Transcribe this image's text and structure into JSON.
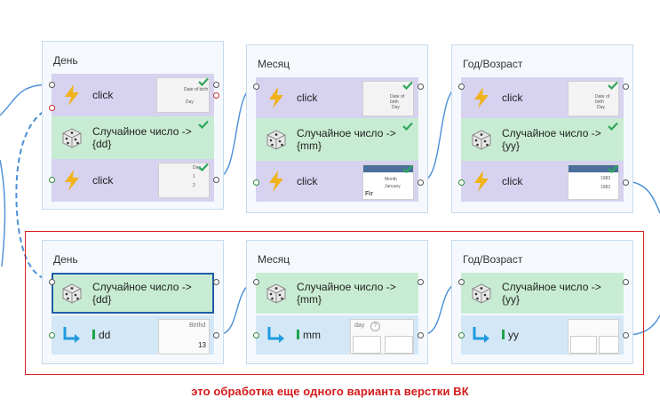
{
  "top_row": {
    "blocks": [
      {
        "title": "День",
        "rows": [
          {
            "kind": "event",
            "icon": "lightning-icon",
            "label": "click",
            "thumb_lines": [
              "Date of birth",
              "",
              "Day"
            ]
          },
          {
            "kind": "random",
            "icon": "dice-icon",
            "label": "Случайное число -> {dd}"
          },
          {
            "kind": "event",
            "icon": "lightning-icon",
            "label": "click",
            "thumb_lines": [
              "Day",
              "1",
              "2"
            ]
          }
        ]
      },
      {
        "title": "Месяц",
        "rows": [
          {
            "kind": "event",
            "icon": "lightning-icon",
            "label": "click",
            "thumb_lines": [
              "Date of birth",
              "",
              "Day"
            ]
          },
          {
            "kind": "random",
            "icon": "dice-icon",
            "label": "Случайное число -> {mm}"
          },
          {
            "kind": "event",
            "icon": "lightning-icon",
            "label": "click",
            "thumb_lines": [
              "Month",
              "January",
              "Fir"
            ]
          }
        ]
      },
      {
        "title": "Год/Возраст",
        "rows": [
          {
            "kind": "event",
            "icon": "lightning-icon",
            "label": "click",
            "thumb_lines": [
              "Date of birth",
              "",
              "Day"
            ]
          },
          {
            "kind": "random",
            "icon": "dice-icon",
            "label": "Случайное число -> {yy}"
          },
          {
            "kind": "event",
            "icon": "lightning-icon",
            "label": "click",
            "thumb_lines": [
              "1983",
              "1982",
              ""
            ]
          }
        ]
      }
    ]
  },
  "bottom_row": {
    "blocks": [
      {
        "title": "День",
        "rows": [
          {
            "kind": "random",
            "icon": "dice-icon",
            "label": "Случайное число -> {dd}"
          },
          {
            "kind": "output",
            "icon": "return-arrow-icon",
            "label": "dd",
            "thumb_lines": [
              "Birthd",
              "",
              "13"
            ]
          }
        ]
      },
      {
        "title": "Месяц",
        "rows": [
          {
            "kind": "random",
            "icon": "dice-icon",
            "label": "Случайное число -> {mm}"
          },
          {
            "kind": "output",
            "icon": "return-arrow-icon",
            "label": "mm",
            "thumb_lines": [
              "day",
              "",
              ""
            ]
          }
        ]
      },
      {
        "title": "Год/Возраст",
        "rows": [
          {
            "kind": "random",
            "icon": "dice-icon",
            "label": "Случайное число -> {yy}"
          },
          {
            "kind": "output",
            "icon": "return-arrow-icon",
            "label": "yy",
            "thumb_lines": [
              "",
              "",
              ""
            ]
          }
        ]
      }
    ]
  },
  "note": "это обработка еще одного варианта верстки ВК",
  "colors": {
    "event_row": "#d6d2ef",
    "random_row": "#c8ecd3",
    "output_row": "#d3e7f7",
    "wire": "#4a8fd6",
    "group_border": "#d82020",
    "note_text": "#d41a1a",
    "check": "#2ea65a",
    "lightning": "#f2b21a"
  }
}
